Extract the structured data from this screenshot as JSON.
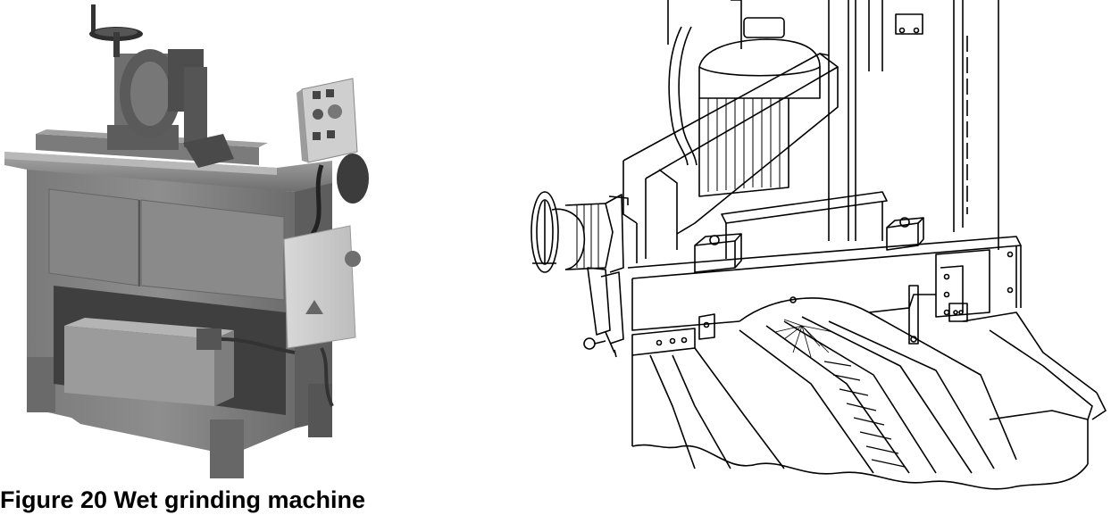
{
  "figure": {
    "caption": "Figure 20 Wet grinding machine",
    "photo_name": "wet-grinding-machine-photo",
    "drawing_name": "grinding-machine-line-drawing"
  }
}
